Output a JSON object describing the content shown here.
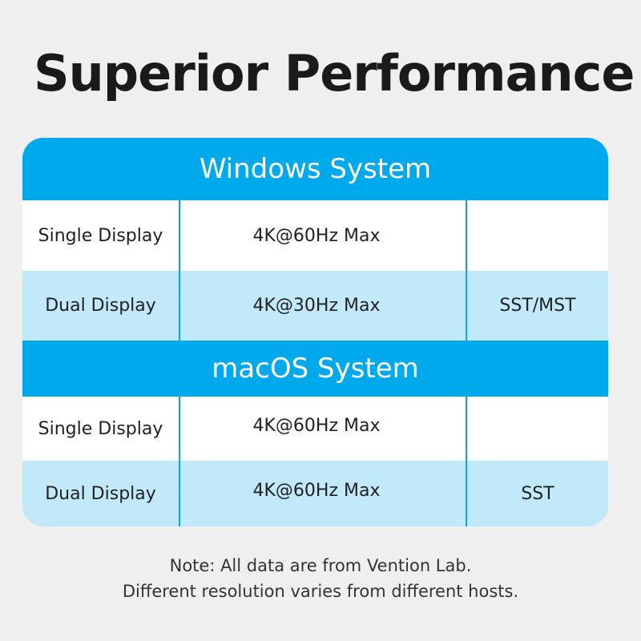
{
  "title": "Superior Performance",
  "sections": [
    {
      "header": "Windows System",
      "rows": [
        {
          "label": "Single Display",
          "resolution": "4K@60Hz Max",
          "mode": ""
        },
        {
          "label": "Dual Display",
          "resolution": "4K@30Hz Max",
          "mode": "SST/MST"
        }
      ]
    },
    {
      "header": "macOS System",
      "rows": [
        {
          "label": "Single Display",
          "resolution": "4K@60Hz Max",
          "mode": ""
        },
        {
          "label": "Dual Display",
          "resolution": "4K@60Hz Max",
          "mode": "SST"
        }
      ]
    }
  ],
  "note": {
    "line1": "Note: All data are from Vention Lab.",
    "line2": "Different resolution varies from different hosts."
  },
  "colors": {
    "background": "#efefef",
    "header_blue": "#00a8ec",
    "row_light_blue": "#c2e9f9",
    "row_white": "#ffffff"
  }
}
